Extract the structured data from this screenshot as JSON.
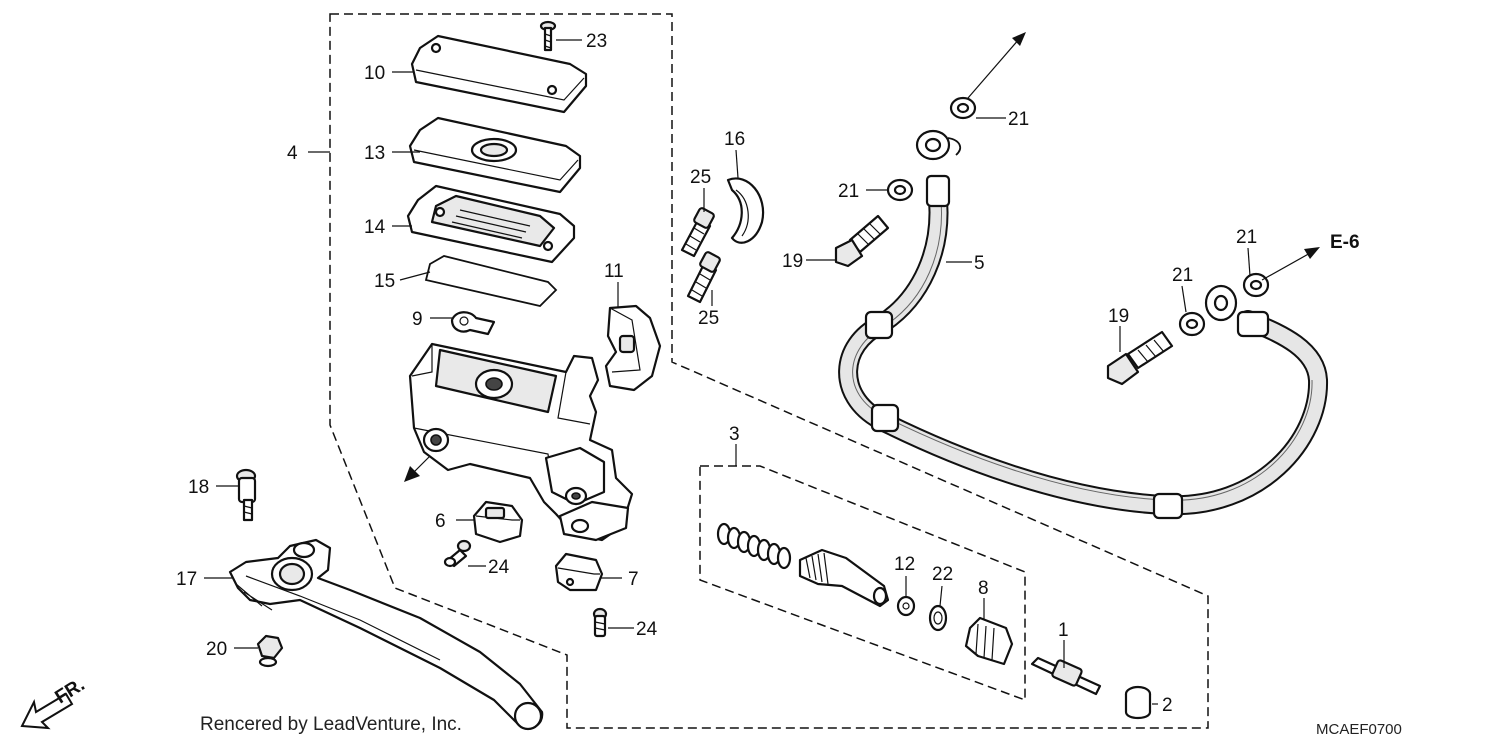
{
  "callouts": [
    {
      "num": "1"
    },
    {
      "num": "2"
    },
    {
      "num": "3"
    },
    {
      "num": "4"
    },
    {
      "num": "5"
    },
    {
      "num": "6"
    },
    {
      "num": "7"
    },
    {
      "num": "8"
    },
    {
      "num": "9"
    },
    {
      "num": "10"
    },
    {
      "num": "11"
    },
    {
      "num": "12"
    },
    {
      "num": "13"
    },
    {
      "num": "14"
    },
    {
      "num": "15"
    },
    {
      "num": "16"
    },
    {
      "num": "17"
    },
    {
      "num": "18"
    },
    {
      "num": "19"
    },
    {
      "num": "19"
    },
    {
      "num": "20"
    },
    {
      "num": "21"
    },
    {
      "num": "21"
    },
    {
      "num": "21"
    },
    {
      "num": "21"
    },
    {
      "num": "22"
    },
    {
      "num": "23"
    },
    {
      "num": "24"
    },
    {
      "num": "24"
    },
    {
      "num": "25"
    },
    {
      "num": "25"
    }
  ],
  "reference_tag": "E-6",
  "direction_label": "FR.",
  "watermark": "Rencered by LeadVenture, Inc.",
  "diagram_code": "MCAEF0700"
}
